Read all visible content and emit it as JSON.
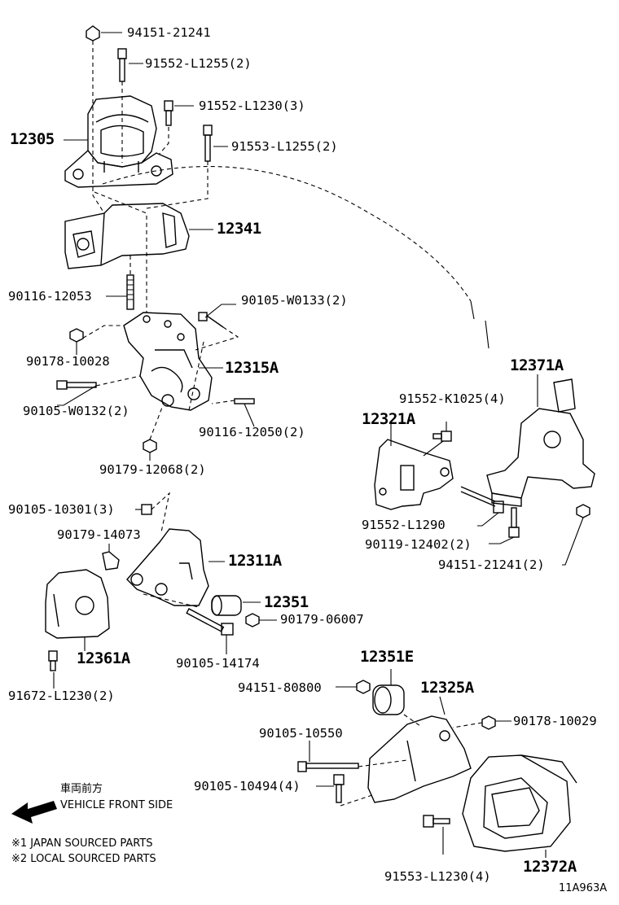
{
  "labels": {
    "l94151_21241_top": "94151-21241",
    "l91552_L1255": "91552-L1255(2)",
    "l91552_L1230": "91552-L1230(3)",
    "l12305": "12305",
    "l91553_L1255": "91553-L1255(2)",
    "l12341": "12341",
    "l90116_12053": "90116-12053",
    "l90105_W0133": "90105-W0133(2)",
    "l90178_10028": "90178-10028",
    "l12315A": "12315A",
    "l90105_W0132": "90105-W0132(2)",
    "l90116_12050": "90116-12050(2)",
    "l90179_12068": "90179-12068(2)",
    "l12371A": "12371A",
    "l91552_K1025": "91552-K1025(4)",
    "l12321A": "12321A",
    "l91552_L1290": "91552-L1290",
    "l90119_12402": "90119-12402(2)",
    "l94151_21241_r": "94151-21241(2)",
    "l90105_10301": "90105-10301(3)",
    "l90179_14073": "90179-14073",
    "l12311A": "12311A",
    "l12351": "12351",
    "l90179_06007": "90179-06007",
    "l12361A": "12361A",
    "l90105_14174": "90105-14174",
    "l91672_L1230": "91672-L1230(2)",
    "l12351E": "12351E",
    "l94151_80800": "94151-80800",
    "l12325A": "12325A",
    "l90178_10029": "90178-10029",
    "l90105_10550": "90105-10550",
    "l90105_10494": "90105-10494(4)",
    "l91553_L1230": "91553-L1230(4)",
    "l12372A": "12372A"
  },
  "legend": {
    "front_jp": "車両前方",
    "front_en": "VEHICLE FRONT SIDE",
    "note1": "※1 JAPAN SOURCED PARTS",
    "note2": "※2 LOCAL SOURCED PARTS"
  },
  "figure_code": "11A963A"
}
